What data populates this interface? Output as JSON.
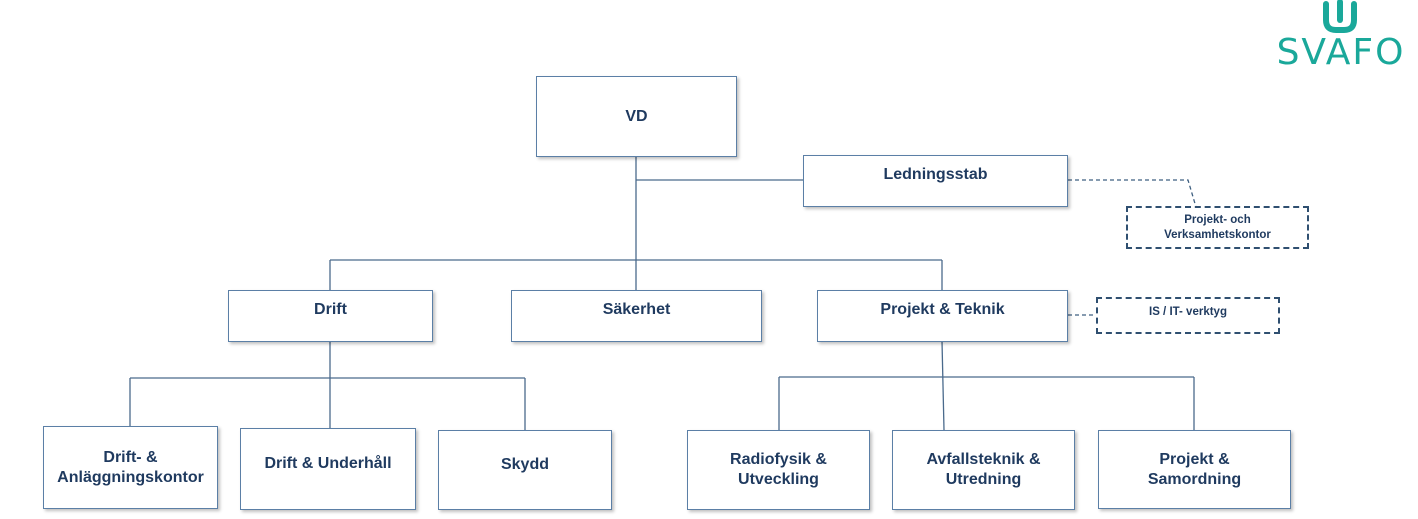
{
  "logo": {
    "text": "SVAFO",
    "color": "#1aa89a"
  },
  "colors": {
    "box_border": "#5b7fa6",
    "text": "#1f3a5f",
    "connector": "#4a6a8c"
  },
  "nodes": {
    "vd": "VD",
    "ledningsstab": "Ledningsstab",
    "projekt_verksamhetskontor": "Projekt- och\nVerksamhetskontor",
    "drift": "Drift",
    "sakerhet": "Säkerhet",
    "projekt_teknik": "Projekt & Teknik",
    "is_it_verktyg": "IS / IT- verktyg",
    "drift_anlaggningskontor": "Drift- &\nAnläggningskontor",
    "drift_underhall": "Drift & Underhåll",
    "skydd": "Skydd",
    "radiofysik_utveckling": "Radiofysik &\nUtveckling",
    "avfallsteknik_utredning": "Avfallsteknik &\nUtredning",
    "projekt_samordning": "Projekt &\nSamordning"
  }
}
